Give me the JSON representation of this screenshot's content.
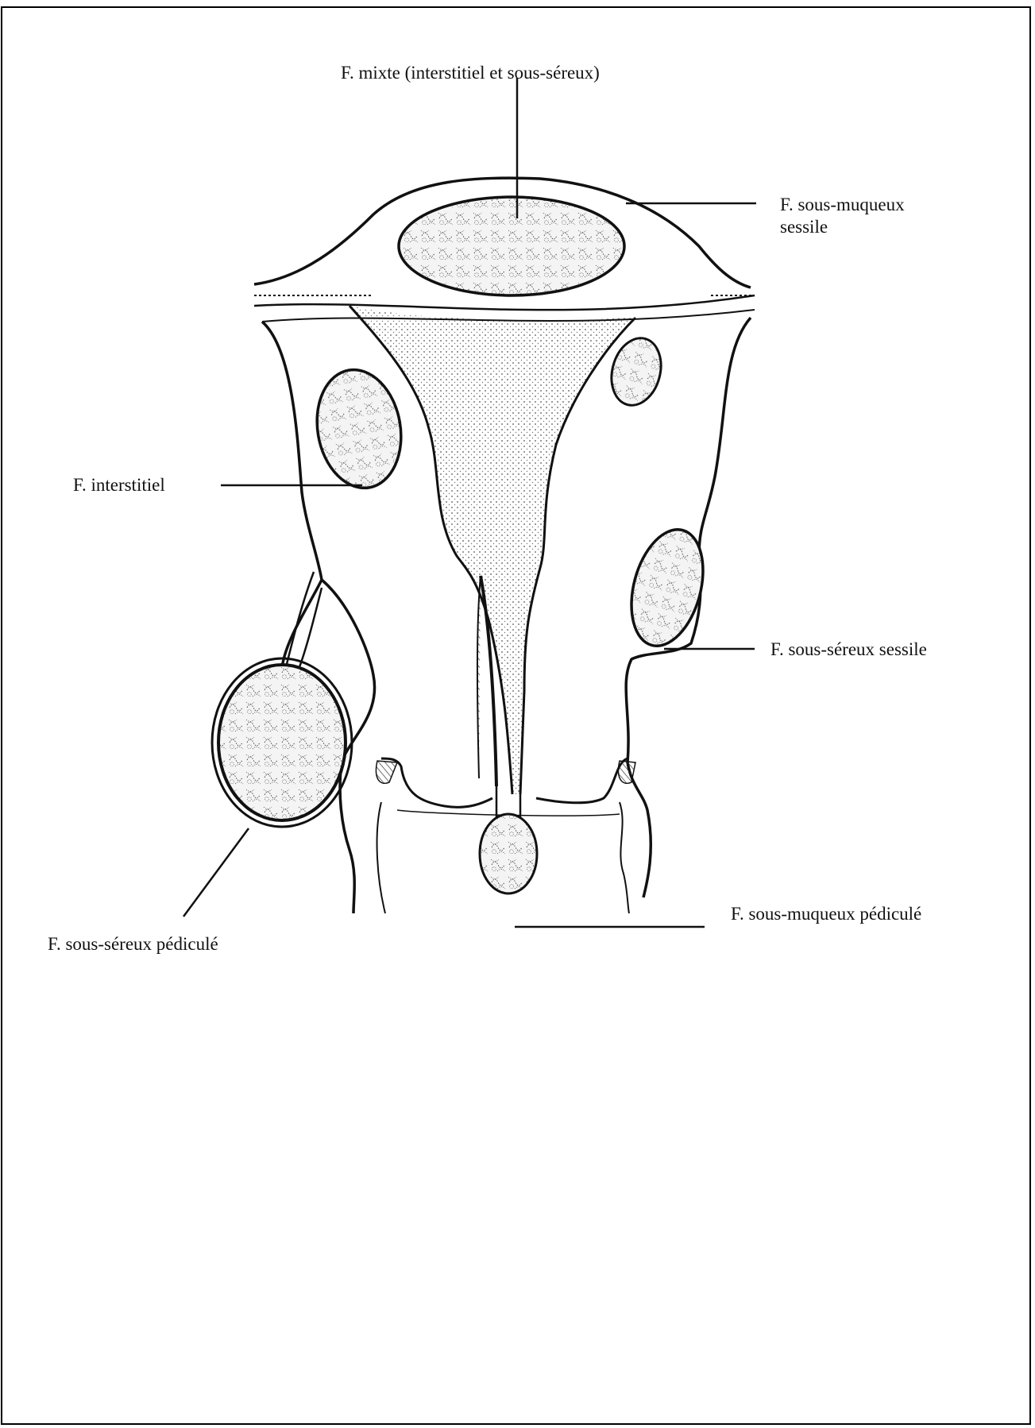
{
  "labels": {
    "mixte": "F. mixte (interstitiel et sous-séreux)",
    "sous_muqueux_sessile_line1": "F. sous-muqueux",
    "sous_muqueux_sessile_line2": "sessile",
    "interstitiel": "F. interstitiel",
    "sous_sereux_sessile": "F. sous-séreux sessile",
    "sous_muqueux_pedicule": "F. sous-muqueux pédiculé",
    "sous_sereux_pedicule": "F. sous-séreux pédiculé"
  },
  "colors": {
    "ink": "#111111",
    "frame": "#000000",
    "background": "#ffffff",
    "stipple": "#555555"
  }
}
